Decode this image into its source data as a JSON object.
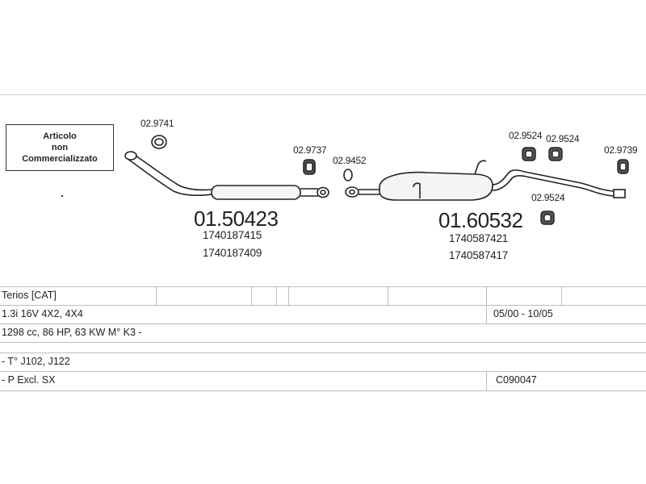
{
  "note": {
    "line1": "Articolo",
    "line2": "non",
    "line3": "Commercializzato"
  },
  "parts": {
    "clamp_1": "02.9741",
    "rubber_1": "02.9737",
    "ring_1": "02.9452",
    "rubber_2a": "02.9524",
    "rubber_2b": "02.9524",
    "rubber_2c": "02.9524",
    "rubber_3": "02.9739"
  },
  "front_pipe": {
    "part": "01.50423",
    "oem1": "1740187415",
    "oem2": "1740187409"
  },
  "rear_silencer": {
    "part": "01.60532",
    "oem1": "1740587421",
    "oem2": "1740587417"
  },
  "table": {
    "model": "Terios  [CAT]",
    "version": "1.3i 16V 4X2, 4X4",
    "years": "05/00 - 10/05",
    "engine": "1298 cc, 86 HP, 63 KW M° K3 -",
    "type": "- T° J102, J122",
    "excl": "- P Excl. SX",
    "code": "C090047"
  }
}
